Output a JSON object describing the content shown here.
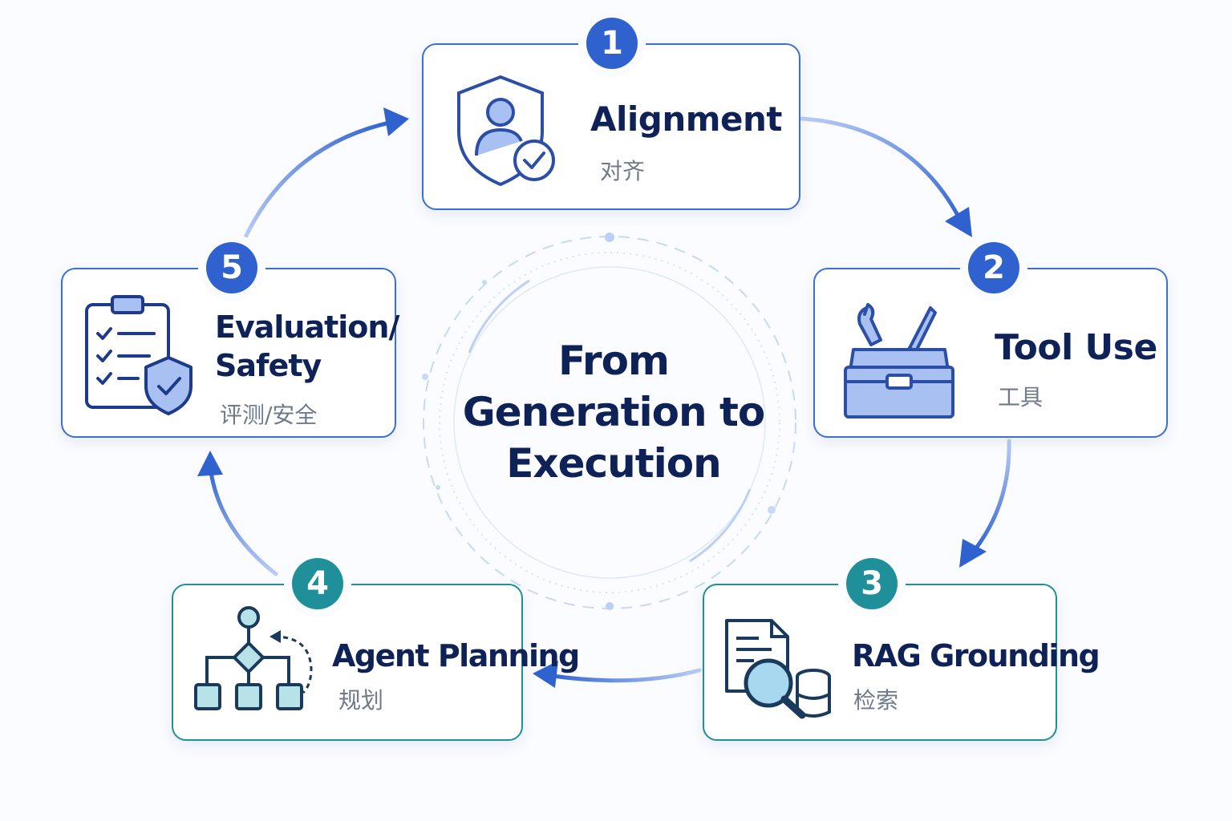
{
  "center": {
    "line1": "From",
    "line2": "Generation to",
    "line3": "Execution"
  },
  "steps": [
    {
      "number": "1",
      "title": "Alignment",
      "subtitle": "对齐",
      "icon": "shield-user-check-icon"
    },
    {
      "number": "2",
      "title": "Tool Use",
      "subtitle": "工具",
      "icon": "toolbox-icon"
    },
    {
      "number": "3",
      "title": "RAG Grounding",
      "subtitle": "检索",
      "icon": "document-search-database-icon"
    },
    {
      "number": "4",
      "title": "Agent Planning",
      "subtitle": "规划",
      "icon": "flowchart-icon"
    },
    {
      "number": "5",
      "title_line1": "Evaluation/",
      "title_line2": "Safety",
      "subtitle": "评测/安全",
      "icon": "clipboard-shield-icon"
    }
  ],
  "colors": {
    "primary_blue": "#2f62cf",
    "teal": "#1f9099",
    "navy_text": "#0f2257",
    "icon_fill": "#a9c1f2"
  }
}
